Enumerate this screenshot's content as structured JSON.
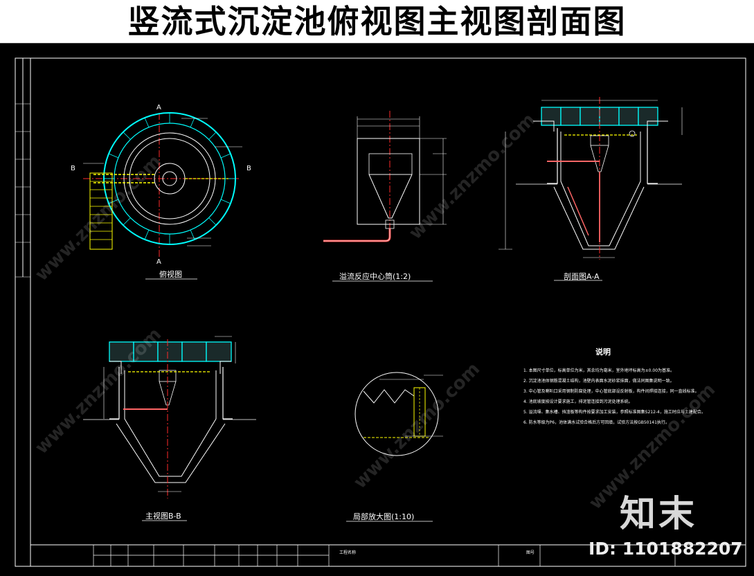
{
  "page": {
    "title": "竖流式沉淀池俯视图主视图剖面图"
  },
  "views": {
    "plan": {
      "caption": "俯视图",
      "cut_a": "A",
      "cut_b": "B"
    },
    "center_pipe": {
      "caption": "溢流反应中心筒(1:2)"
    },
    "section_aa": {
      "caption": "剖面图A-A"
    },
    "elevation_bb": {
      "caption": "主视图B-B"
    },
    "detail": {
      "caption": "局部放大图(1:10)"
    }
  },
  "notes": {
    "title": "说明",
    "items": [
      "1. 本图尺寸单位，标高单位为米，其余均为毫米，室外地坪标高为±0.00为基准。",
      "2. 沉淀池池体钢筋混凝土结构，池壁内表面水泥砂浆抹面，做法同图集说明一致。",
      "3. 中心管及喇叭口采用钢制防腐处理，中心管底部设反射板，构件间焊接连接，同一直线标准。",
      "4. 池底坡度按设计要求施工，排泥管连接到污泥处理系统。",
      "5. 溢流堰、集水槽、挡渣板等构件按要求加工安装，参照标准图集S212-4，施工时应与土建配合。",
      "6. 防水等级为P6，池体满水试验合格后方可回填，试验方法按GB50141执行。"
    ]
  },
  "title_block": {
    "project_name": "工程名称",
    "sheet_label": "图号"
  },
  "branding": {
    "logo_text": "知末",
    "image_id": "ID: 1101882207",
    "watermark": "www.znzmo.com"
  },
  "colors": {
    "cad_bg": "#000000",
    "cyan": "#00ffff",
    "yellow": "#ffff00",
    "red": "#ff2a2a",
    "green": "#00ff00",
    "white": "#ffffff"
  }
}
